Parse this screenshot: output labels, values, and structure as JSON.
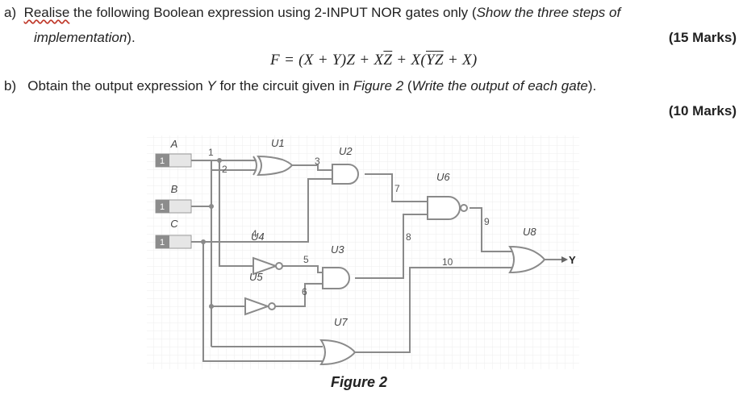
{
  "question_a": {
    "label": "a)",
    "text_pre": "Realise",
    "text_main": " the following Boolean expression using 2-INPUT NOR gates only (",
    "text_italic": "Show the three steps of",
    "line2_italic": "implementation",
    "line2_end": ").",
    "marks": "(15 Marks)",
    "equation": {
      "lhs": "F = (X + Y)Z + X",
      "zbar1": "Z",
      "plus1": " + X(",
      "ybar": "Y",
      "zbar2": "Z",
      "tail": " + X)"
    }
  },
  "question_b": {
    "label": "b)",
    "text1": "Obtain the output expression ",
    "var_y": "Y",
    "text2": " for the circuit given in ",
    "fig_ref": "Figure 2",
    "text3": " (",
    "italic_part": "Write the output of each gate",
    "text4": ").",
    "marks": "(10 Marks)"
  },
  "circuit": {
    "inputs": [
      {
        "name": "A",
        "value": "1"
      },
      {
        "name": "B",
        "value": "1"
      },
      {
        "name": "C",
        "value": "1"
      }
    ],
    "gate_labels": [
      "U1",
      "U2",
      "U3",
      "U4",
      "U5",
      "U6",
      "U7",
      "U8"
    ],
    "wire_numbers": [
      "1",
      "2",
      "3",
      "4",
      "5",
      "6",
      "7",
      "8",
      "9",
      "10"
    ],
    "output": "Y"
  },
  "figure_caption": "Figure 2"
}
